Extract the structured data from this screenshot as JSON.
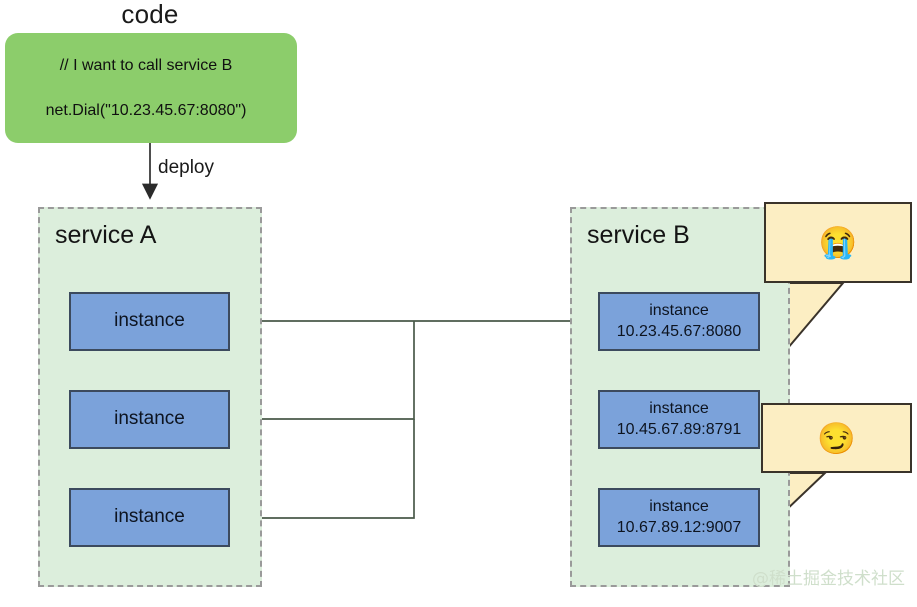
{
  "diagram": {
    "title": "code",
    "code_box": {
      "lines": [
        "// I want to call service B",
        "net.Dial(\"10.23.45.67:8080\")"
      ],
      "fill": "#8ccd6b"
    },
    "deploy_edge": {
      "label": "deploy"
    },
    "services": [
      {
        "id": "service-a",
        "title": "service A",
        "fill": "#dceedc",
        "instances": [
          {
            "name": "instance",
            "address": ""
          },
          {
            "name": "instance",
            "address": ""
          },
          {
            "name": "instance",
            "address": ""
          }
        ]
      },
      {
        "id": "service-b",
        "title": "service B",
        "fill": "#dceedc",
        "instances": [
          {
            "name": "instance",
            "address": "10.23.45.67:8080"
          },
          {
            "name": "instance",
            "address": "10.45.67.89:8791"
          },
          {
            "name": "instance",
            "address": "10.67.89.12:9007"
          }
        ]
      }
    ],
    "callouts": [
      {
        "emoji": "😭",
        "icon_name": "loudly-crying-face-emoji",
        "target": "service-b-instance-0"
      },
      {
        "emoji": "😏",
        "icon_name": "smirking-face-emoji",
        "target": "service-b-instance-2"
      }
    ],
    "colors": {
      "instance_fill": "#7ba2da",
      "instance_border": "#3c4a5e",
      "callout_fill": "#fceec3",
      "callout_border": "#3a332a",
      "edge": "#4a5a4a"
    },
    "watermark": "@稀土掘金技术社区"
  }
}
